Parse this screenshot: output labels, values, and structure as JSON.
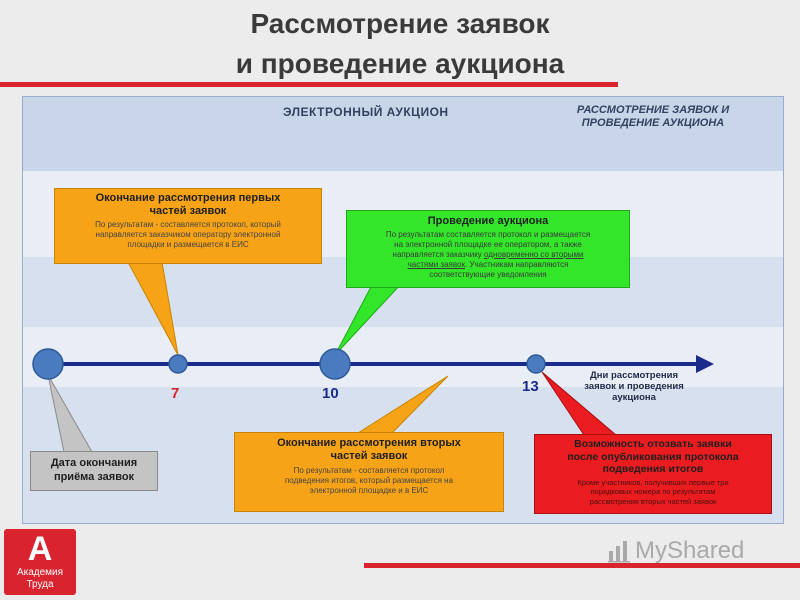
{
  "title": {
    "line1": "Рассмотрение заявок",
    "line2": "и проведение аукциона"
  },
  "panel": {
    "header_left": "ЭЛЕКТРОННЫЙ АУКЦИОН",
    "header_right_line1": "РАССМОТРЕНИЕ ЗАЯВОК И",
    "header_right_line2": "ПРОВЕДЕНИЕ АУКЦИОНА"
  },
  "timeline": {
    "points": [
      "7",
      "10",
      "13"
    ],
    "axis_label_line1": "Дни рассмотрения",
    "axis_label_line2": "заявок и проведения",
    "axis_label_line3": "аукциона"
  },
  "callouts": {
    "first_parts": {
      "title_line1": "Окончание рассмотрения первых",
      "title_line2": "частей заявок",
      "body_line1": "По результатам - составляется протокол, который",
      "body_line2": "направляется заказчиком оператору электронной",
      "body_line3": "площадки и размещается в ЕИС"
    },
    "auction": {
      "title": "Проведение аукциона",
      "body_line1": "По результатам составляется протокол и размещается",
      "body_line2": "на электронной площадке ее оператором, а также",
      "body_line3_prefix": "направляется заказчику ",
      "body_line3_underlined": "одновременно со вторыми",
      "body_line4_underlined": "частями заявок",
      "body_line4_suffix": ". Участникам направляются",
      "body_line5": "соответствующие уведомления"
    },
    "second_parts": {
      "title_line1": "Окончание рассмотрения вторых",
      "title_line2": "частей заявок",
      "body_line1": "По результатам - составляется протокол",
      "body_line2": "подведения итогов, который размещается на",
      "body_line3": "электронной площадке и в ЕИС"
    },
    "withdraw": {
      "title_line1": "Возможность отозвать заявки",
      "title_line2": "после опубликования протокола",
      "title_line3": "подведения итогов",
      "body_line1": "Кроме участников, получивших первые три",
      "body_line2": "порядковых номера по результатам",
      "body_line3": "рассмотрения вторых частей заявок"
    },
    "deadline": {
      "line1": "Дата окончания",
      "line2": "приёма заявок"
    }
  },
  "logo": {
    "letter": "А",
    "line1": "Академия",
    "line2": "Труда"
  },
  "watermark": {
    "text": "MyShared"
  },
  "colors": {
    "accent_red": "#d9232e",
    "orange": "#f7a318",
    "green": "#33e62a",
    "red_box": "#ea1c20",
    "axis_blue": "#1a2b8c",
    "node_blue": "#4a7bbf"
  }
}
